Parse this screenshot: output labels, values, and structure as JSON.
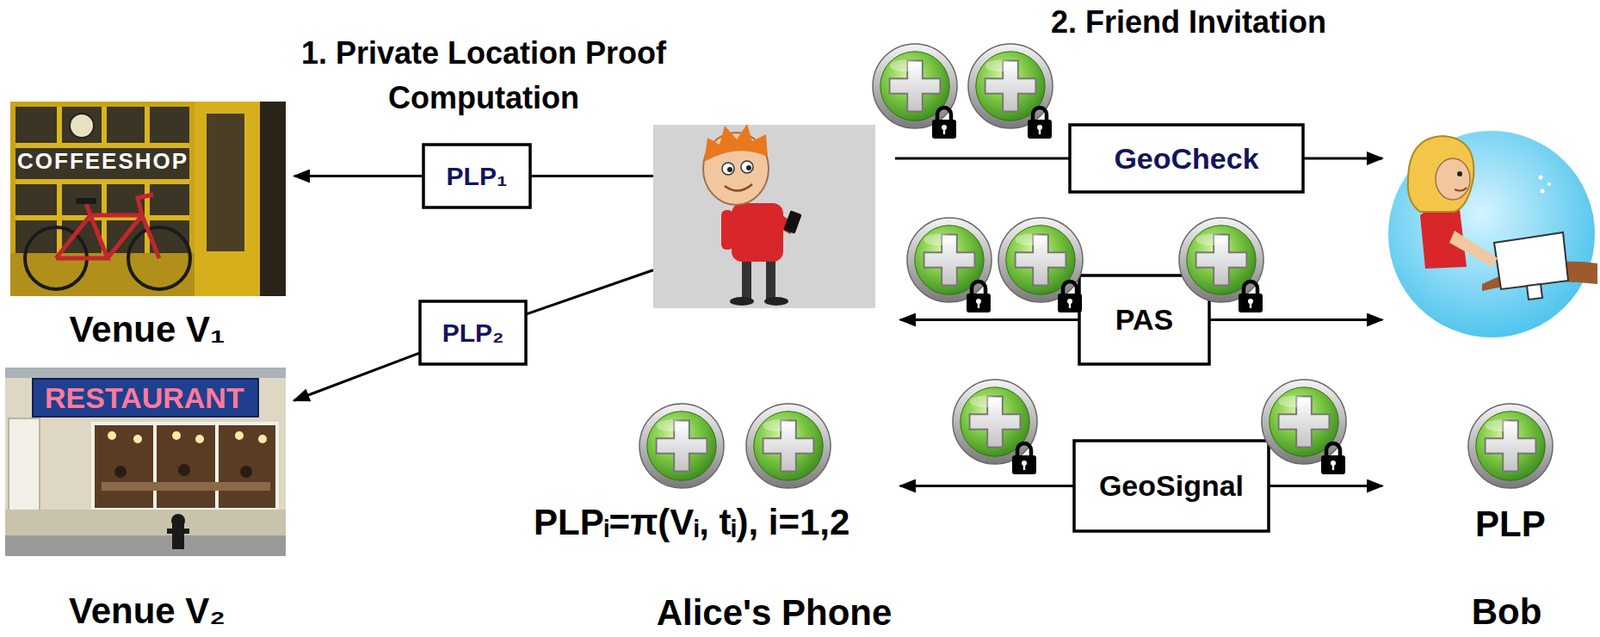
{
  "diagram": {
    "nodes": [
      {
        "text": [
          "Venue V₁"
        ]
      },
      {
        "text": [
          "Venue V₂"
        ]
      },
      {
        "text": [
          "PLP₁"
        ]
      },
      {
        "text": [
          "PLP₂"
        ]
      },
      {
        "text": [
          "Alice's Phone"
        ]
      },
      {
        "text": [
          "GeoCheck"
        ]
      },
      {
        "text": [
          "PAS"
        ]
      },
      {
        "text": [
          "GeoSignal"
        ]
      },
      {
        "text": [
          "Bob"
        ]
      }
    ],
    "edges": [
      {
        "from": 4,
        "to": 2,
        "arrow": "none"
      },
      {
        "from": 2,
        "to": 0,
        "arrow": "to"
      },
      {
        "from": 4,
        "to": 3,
        "arrow": "none"
      },
      {
        "from": 3,
        "to": 1,
        "arrow": "to"
      },
      {
        "from": 4,
        "to": 5,
        "arrow": "none"
      },
      {
        "from": 5,
        "to": 8,
        "arrow": "to"
      },
      {
        "from": 6,
        "to": 4,
        "arrow": "to"
      },
      {
        "from": 6,
        "to": 8,
        "arrow": "to"
      },
      {
        "from": 7,
        "to": 4,
        "arrow": "to"
      },
      {
        "from": 7,
        "to": 8,
        "arrow": "to"
      }
    ],
    "labels": [
      "1. Private Location Proof Computation",
      "2. Friend Invitation",
      "PLPᵢ=π(Vᵢ, tᵢ), i=1,2",
      "PLP",
      "COFFEESHOP",
      "RESTAURANT"
    ]
  }
}
